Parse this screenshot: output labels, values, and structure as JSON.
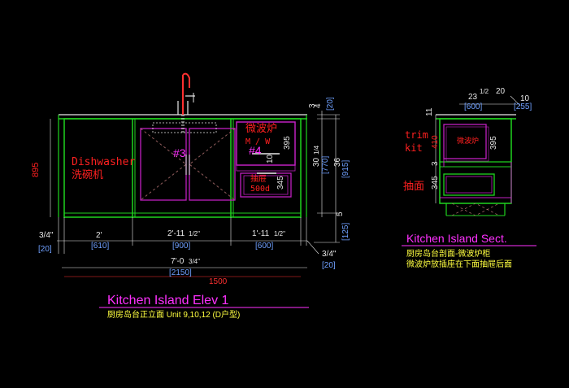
{
  "colors": {
    "background": "#000000",
    "cabinet": "#1fd41f",
    "inner": "#c020c0",
    "dim": "#e8e8e8",
    "dim_alt": "#6fa0ff",
    "red": "#ff2020",
    "magenta": "#ff30ff",
    "yellow": "#ffff40",
    "dashed": "#b07070"
  },
  "elevation": {
    "title": "Kitchen Island Elev 1",
    "subtitle": "厨房岛台正立面   Unit 9,10,12 (D户型)",
    "height_mm": "895",
    "dishwasher_en": "Dishwasher",
    "dishwasher_cn": "洗碗机",
    "tag_3": "#3",
    "tag_4": "#4",
    "microwave_cn": "微波炉",
    "microwave_abbr": "M / W",
    "drawer_cn": "抽屉",
    "drawer_size": "500d",
    "dim_395": "395",
    "dim_10": "10",
    "dim_345": "345",
    "dim_top_frac_num": "3",
    "dim_top_frac_den": "4",
    "dim_top_mm": "[20]",
    "dim_30": "30",
    "dim_30_frac": "1/4",
    "dim_770": "[770]",
    "dim_36": "36",
    "dim_915": "[915]",
    "dim_5": "5",
    "dim_125": "[125]",
    "bottom": {
      "left_frac": "3/4\"",
      "left_mm": "[20]",
      "seg1_ft": "2'",
      "seg1_mm": "[610]",
      "seg2_ft": "2'-11",
      "seg2_frac": "1/2\"",
      "seg2_mm": "[900]",
      "seg3_ft": "1'-11",
      "seg3_frac": "1/2\"",
      "seg3_mm": "[600]",
      "right_frac": "3/4\"",
      "right_mm": "[20]",
      "total_ft": "7'-0",
      "total_frac": "3/4\"",
      "total_mm": "[2150]",
      "total_red": "1500"
    }
  },
  "section": {
    "title": "Kitchen Island Sect.",
    "subtitle1": "厨房岛台剖面-微波炉柜",
    "subtitle2": "微波炉放插座在下面抽屉后面",
    "trim_kit_1": "trim",
    "trim_kit_2": "kit",
    "microwave_cn": "微波炉",
    "drawer_cn": "抽面",
    "dim_11": "11",
    "dim_410": "410",
    "dim_395": "395",
    "dim_3": "3",
    "dim_345": "345",
    "top_23": "23",
    "top_frac": "1/2",
    "top_600": "[600]",
    "top_20": "20",
    "top_10": "10",
    "top_255": "[255]"
  }
}
